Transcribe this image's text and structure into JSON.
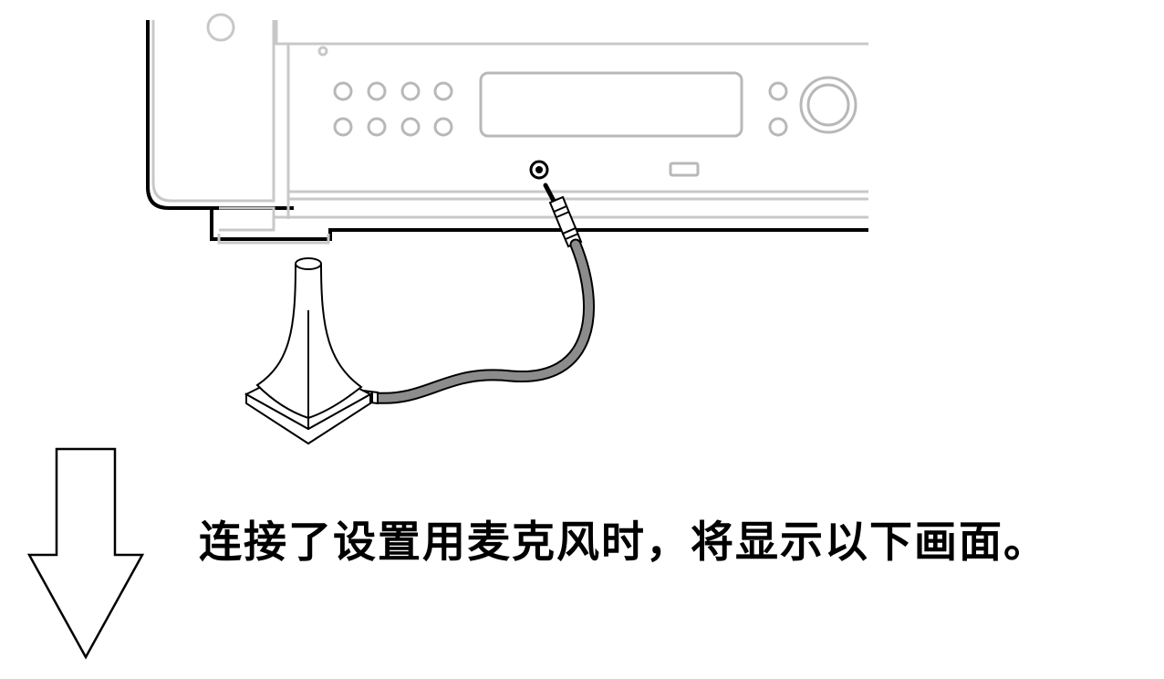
{
  "caption": "连接了设置用麦克风时，将显示以下画面。",
  "colors": {
    "line": "#000000",
    "panel": "#c8c8c8",
    "cable": "#8c8c8c"
  },
  "icons": {
    "receiver": "av-receiver-front-panel",
    "microphone": "setup-microphone",
    "arrow": "down-arrow-icon"
  }
}
